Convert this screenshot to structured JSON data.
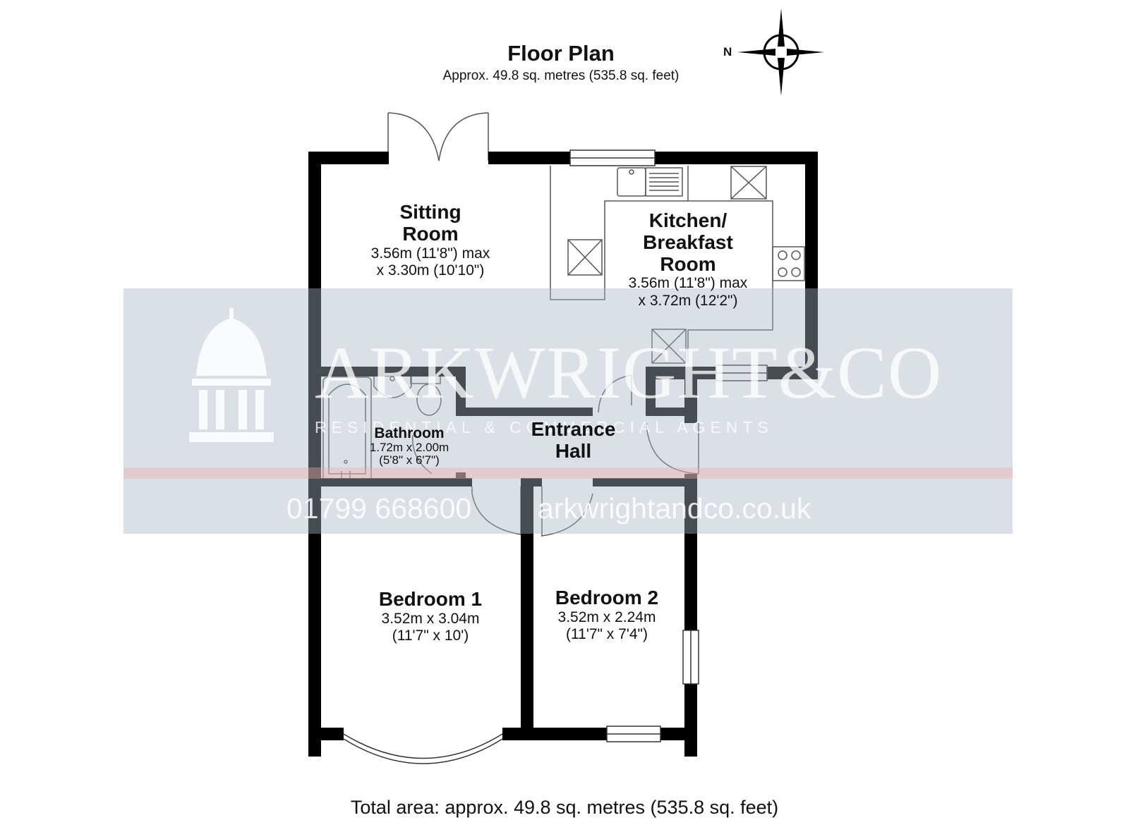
{
  "header": {
    "title": "Floor Plan",
    "subtitle": "Approx. 49.8 sq. metres (535.8 sq. feet)"
  },
  "compass": {
    "label": "N"
  },
  "rooms": {
    "sitting_room": {
      "name_line1": "Sitting",
      "name_line2": "Room",
      "dim1": "3.56m (11'8\") max",
      "dim2": "x 3.30m (10'10\")"
    },
    "kitchen": {
      "name_line1": "Kitchen/",
      "name_line2": "Breakfast",
      "name_line3": "Room",
      "dim1": "3.56m (11'8\") max",
      "dim2": "x 3.72m (12'2\")"
    },
    "bathroom": {
      "name": "Bathroom",
      "dim1": "1.72m x 2.00m",
      "dim2": "(5'8\" x 6'7\")"
    },
    "entrance_hall": {
      "name_line1": "Entrance",
      "name_line2": "Hall"
    },
    "bedroom1": {
      "name": "Bedroom 1",
      "dim1": "3.52m x 3.04m",
      "dim2": "(11'7\" x 10')"
    },
    "bedroom2": {
      "name": "Bedroom 2",
      "dim1": "3.52m x 2.24m",
      "dim2": "(11'7\" x 7'4\")"
    }
  },
  "watermark": {
    "brand": "ARKWRIGHT&CO",
    "tagline": "RESIDENTIAL & COMMERCIAL AGENTS",
    "phone": "01799 668600",
    "website": "arkwrightandco.co.uk"
  },
  "footer": {
    "total_area": "Total area: approx. 49.8 sq. metres (535.8 sq. feet)"
  },
  "colors": {
    "wall": "#000000",
    "banner": "#aab6c4",
    "accent_stripe": "#ecaaaa"
  }
}
